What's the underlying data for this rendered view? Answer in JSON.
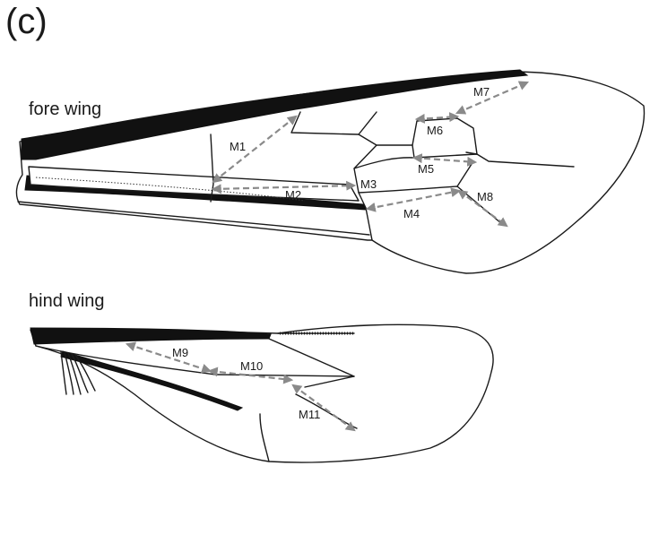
{
  "panel_label": "(c)",
  "fore_wing": {
    "title": "fore wing",
    "measurements": [
      "M1",
      "M2",
      "M3",
      "M4",
      "M5",
      "M6",
      "M7",
      "M8"
    ]
  },
  "hind_wing": {
    "title": "hind wing",
    "measurements": [
      "M9",
      "M10",
      "M11"
    ]
  },
  "colors": {
    "vein": "#1a1a1a",
    "measurement_line": "#8a8a8a"
  }
}
